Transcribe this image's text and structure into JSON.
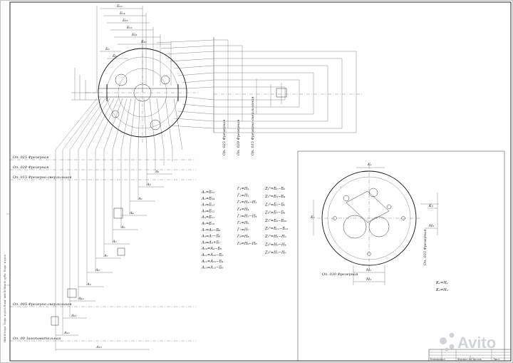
{
  "drawing": {
    "left_ops": [
      {
        "id": "op025",
        "text": "Оп. 025 Фрезерная"
      },
      {
        "id": "op020",
        "text": "Оп. 020 Фрезерная"
      },
      {
        "id": "op015",
        "text": "Оп. 015 Фрезерно-сверлильная"
      },
      {
        "id": "op005",
        "text": "Оп. 005 Фрезерно-сверлильная"
      },
      {
        "id": "op000",
        "text": "Оп. 00 Заготовительная"
      }
    ],
    "vertical_ops": [
      {
        "id": "v025",
        "text": "Оп. 025 Фрезерная"
      },
      {
        "id": "v020",
        "text": "Оп. 020 Фрезерная"
      },
      {
        "id": "v015",
        "text": "Оп. 015 Фрезерно-сверлильная"
      }
    ],
    "right_view_caption": "Оп. 030 Фрезерная",
    "right_view_vertical_caption": "Оп. 035 Фрезерная",
    "side_stamp": "Инв.№ подл.   Подп. и дата   Взам. инв.№   Инв.№ дубл.   Подп. и дата",
    "equations_col1": [
      "A₁=Б₁₅",
      "A₂=Б₁₄",
      "A₃=Б₁₃",
      "A₄=Б₁₂",
      "A₅=Б₁₁",
      "A₆=Б₁₀",
      "A₇=A₆−Б₉",
      "A₈=A₇−Б₈",
      "A₉=A₈+Б₇",
      "A₁₀=A₉−Б₆",
      "A₁₁=A₁₀−Б₅",
      "A₁₂=A₁₁−Б₄",
      "A₁₃=A₁₂−Б₃"
    ],
    "equations_col2": [
      "Г₁=H₁",
      "Г₂=H₂",
      "Г₃=H₃−H₁",
      "Г₄=H₄",
      "Г₅=H₅−H₄",
      "Г₆=H₆",
      "Г₇=H₇",
      "Г₈=H₈",
      "Г₉=H₉−H₈"
    ],
    "equations_col3": [
      "Z₁⁰=Б₁−Б₂",
      "Z₂⁰=Б₃−Б₄",
      "Z₃⁰=Б₅−Б₆",
      "Z₄⁰=Б₇−Б₈",
      "Z₅⁰=Б₉−Б₁₀",
      "Z₆⁰=Б₁₁−Б₁₂",
      "Z₇⁰=H₁−H₂",
      "Z₈⁰=H₃−H₄",
      "Z₉⁰=H₅−H₆"
    ],
    "right_equations": [
      "K₁=H₁",
      "K₂=H₂"
    ],
    "right_labels": {
      "k1": "K₁",
      "k2": "K₂",
      "k3": "K₃",
      "m1": "M₁",
      "m2": "M₂",
      "m3": "M₃"
    },
    "top_dims": [
      "Б₁₅",
      "Б₁₄",
      "Б₁₃",
      "Б₁₂",
      "Б₁₁",
      "Б₁₀",
      "Б₉",
      "Б₈",
      "Б₇",
      "Б₆"
    ],
    "chain_dims": [
      "A₁",
      "A₂",
      "A₃",
      "A₄",
      "A₅",
      "A₆",
      "A₇",
      "A₈",
      "A₉",
      "A₁₀",
      "A₁₁",
      "A₁₂",
      "A₁₃"
    ],
    "title_block": {
      "sheet_label": "Лист",
      "sheets_label": "Листов",
      "format_label": "Формат A1",
      "copied": "Копировал"
    }
  },
  "watermark": {
    "brand": "Avito"
  }
}
